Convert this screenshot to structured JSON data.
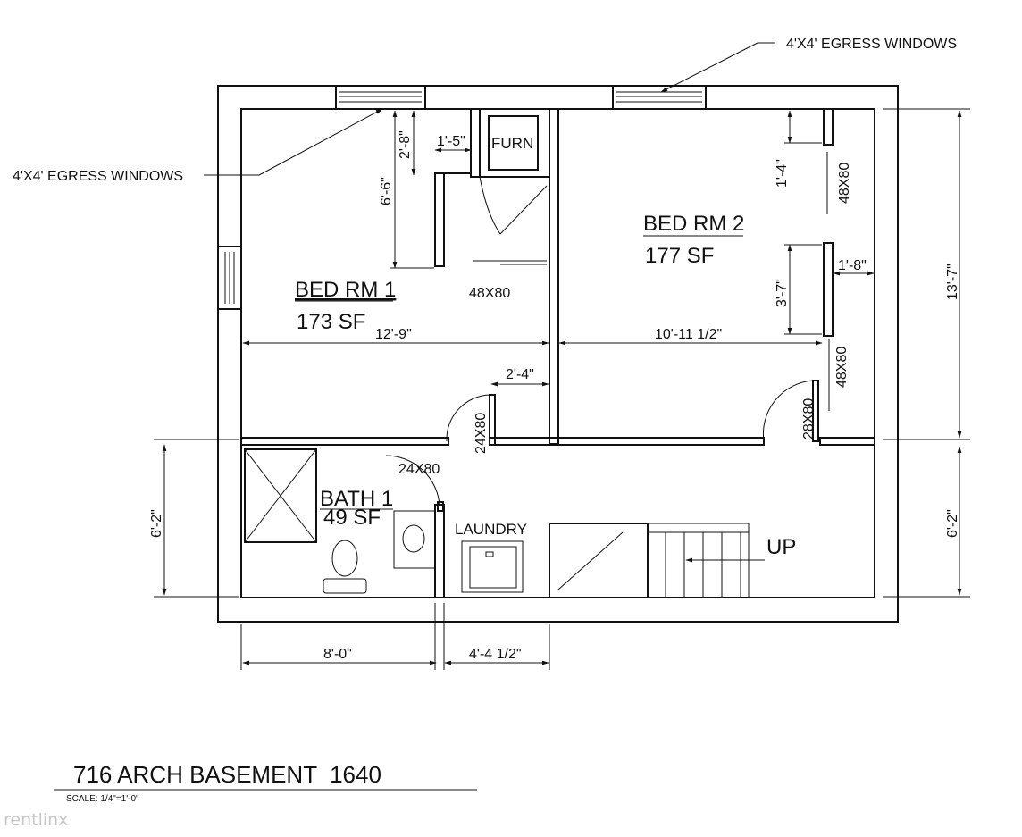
{
  "labels": {
    "egress_top": "4'X4' EGRESS WINDOWS",
    "egress_left": "4'X4' EGRESS WINDOWS",
    "furn": "FURN",
    "bed1_name": "BED RM 1",
    "bed1_area": "173 SF",
    "bed2_name": "BED RM 2",
    "bed2_area": "177 SF",
    "bath_name": "BATH 1",
    "bath_area": "49 SF",
    "laundry": "LAUNDRY",
    "up": "UP",
    "door_48x80_closet1": "48X80",
    "door_48x80_closet2a": "48X80",
    "door_48x80_closet2b": "48X80",
    "door_24x80_bed1": "24X80",
    "door_24x80_bath": "24X80",
    "door_28x80_bed2": "28X80"
  },
  "dimensions": {
    "d_2_8": "2'-8\"",
    "d_1_5": "1'-5\"",
    "d_6_6": "6'-6\"",
    "d_12_9": "12'-9\"",
    "d_10_11": "10'-11 1/2\"",
    "d_2_4": "2'-4\"",
    "d_1_4": "1'-4\"",
    "d_3_7": "3'-7\"",
    "d_1_8": "1'-8\"",
    "d_13_7": "13'-7\"",
    "d_6_2_left": "6'-2\"",
    "d_6_2_right": "6'-2\"",
    "d_8_0": "8'-0\"",
    "d_4_4": "4'-4 1/2\""
  },
  "title_block": {
    "title": "716 ARCH BASEMENT  1640",
    "scale": "SCALE: 1/4\"=1'-0\""
  },
  "watermark": "rentlinx"
}
